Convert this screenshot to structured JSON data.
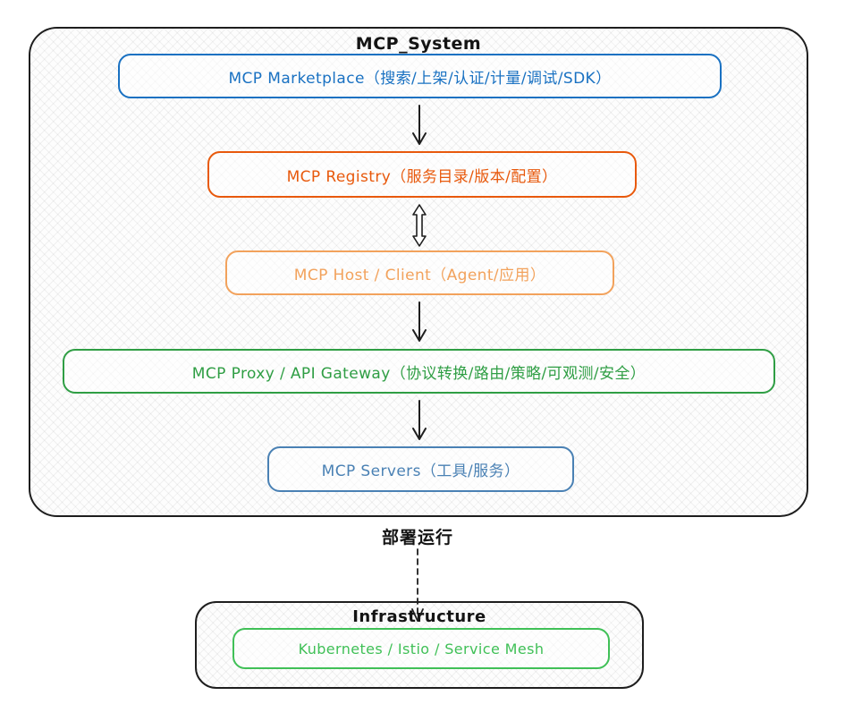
{
  "diagram": {
    "system": {
      "title": "MCP_System",
      "nodes": [
        {
          "id": "marketplace",
          "label": "MCP Marketplace（搜索/上架/认证/计量/调试/SDK）",
          "color": "#1971c2"
        },
        {
          "id": "registry",
          "label": "MCP Registry（服务目录/版本/配置）",
          "color": "#e8590c"
        },
        {
          "id": "host-client",
          "label": "MCP Host / Client（Agent/应用）",
          "color": "#f2a25c"
        },
        {
          "id": "proxy",
          "label": "MCP Proxy / API Gateway（协议转换/路由/策略/可观测/安全）",
          "color": "#2f9e44"
        },
        {
          "id": "servers",
          "label": "MCP Servers（工具/服务）",
          "color": "#4a81b4"
        }
      ],
      "connections": [
        {
          "from": "marketplace",
          "to": "registry",
          "style": "single-arrow"
        },
        {
          "from": "registry",
          "to": "host-client",
          "style": "double-arrow"
        },
        {
          "from": "host-client",
          "to": "proxy",
          "style": "single-arrow"
        },
        {
          "from": "proxy",
          "to": "servers",
          "style": "single-arrow"
        }
      ]
    },
    "deploy_label": "部署运行",
    "infrastructure": {
      "title": "Infrastructure",
      "node": {
        "id": "kubernetes",
        "label": "Kubernetes / Istio / Service Mesh",
        "color": "#40c057"
      },
      "connection": {
        "from": "mcp-system",
        "to": "infrastructure",
        "style": "dashed-arrow"
      }
    },
    "ink_color": "#1e1e1e"
  }
}
